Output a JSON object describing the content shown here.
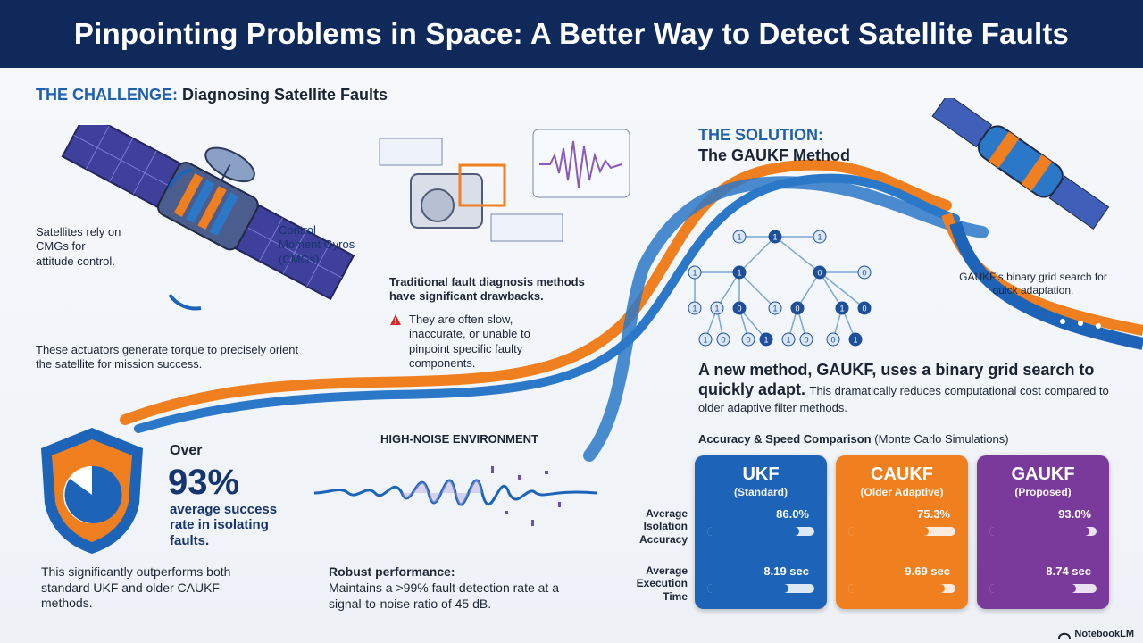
{
  "title": "Pinpointing Problems in Space: A Better Way to Detect Satellite Faults",
  "challenge": {
    "heading_accent": "THE CHALLENGE:",
    "heading_rest": "Diagnosing Satellite Faults",
    "rely_text": "Satellites rely on CMGs for attitude control.",
    "cmg_label": "Control Moment Gyros (CMGs)",
    "actuators_text": "These actuators generate torque to precisely orient the satellite for mission success.",
    "traditional_heading": "Traditional fault diagnosis methods have significant drawbacks.",
    "drawback_text": "They are often slow, inaccurate, or unable to pinpoint specific faulty components."
  },
  "solution": {
    "heading_accent": "THE SOLUTION:",
    "heading_rest": "The GAUKF Method",
    "search_caption": "GAUKF's binary grid search for quick adaptation.",
    "new_method_bold": "A new method, GAUKF, uses a binary grid search to quickly adapt.",
    "new_method_rest": "This dramatically reduces computational cost compared to older adaptive filter methods.",
    "tree_nodes": [
      "1",
      "1",
      "1",
      "1",
      "0",
      "1",
      "0",
      "1",
      "0",
      "1",
      "0",
      "1",
      "0",
      "1",
      "1",
      "0",
      "0",
      "1",
      "1",
      "0",
      "0",
      "1"
    ]
  },
  "success": {
    "over": "Over",
    "percent": "93%",
    "desc": "average success rate in isolating faults.",
    "outperform": "This significantly outperforms both standard UKF and older CAUKF methods."
  },
  "noise": {
    "heading": "HIGH-NOISE ENVIRONMENT",
    "robust_heading": "Robust performance:",
    "robust_text": "Maintains a >99% fault detection rate at a signal-to-noise ratio of 45 dB."
  },
  "comparison": {
    "heading_bold": "Accuracy & Speed Comparison",
    "heading_rest": "(Monte Carlo Simulations)",
    "row_accuracy": "Average Isolation Accuracy",
    "row_time": "Average Execution Time",
    "methods": [
      {
        "name": "UKF",
        "sub": "(Standard)",
        "accuracy": "86.0%",
        "accuracy_frac": 0.86,
        "time": "8.19 sec",
        "time_frac": 0.76,
        "color": "#1d63b8",
        "fill": "#1d63b8"
      },
      {
        "name": "CAUKF",
        "sub": "(Older Adaptive)",
        "accuracy": "75.3%",
        "accuracy_frac": 0.75,
        "time": "9.69 sec",
        "time_frac": 0.9,
        "color": "#f0801f",
        "fill": "#f0801f"
      },
      {
        "name": "GAUKF",
        "sub": "(Proposed)",
        "accuracy": "93.0%",
        "accuracy_frac": 0.93,
        "time": "8.74 sec",
        "time_frac": 0.81,
        "color": "#7a3a9c",
        "fill": "#7a3a9c"
      }
    ]
  },
  "brand": "NotebookLM",
  "icons": {
    "shield": "shield-icon",
    "warning": "warning-icon",
    "satellite": "satellite-icon",
    "gyro": "gyro-icon",
    "waveform": "waveform-icon",
    "brand": "notebooklm-icon"
  },
  "colors": {
    "navy": "#0f2a5a",
    "blue": "#1d63b8",
    "orange": "#f0801f",
    "purple": "#7a3a9c",
    "warning": "#d62b2b"
  }
}
